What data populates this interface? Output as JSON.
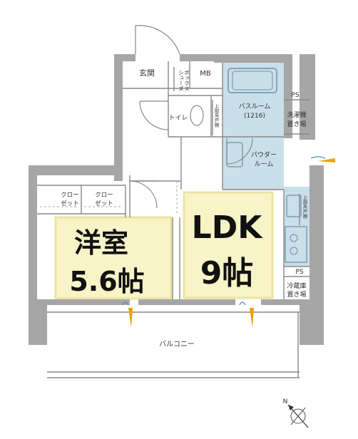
{
  "rooms": {
    "genkan": "玄関",
    "shoes_box_line1": "シューズ",
    "shoes_box_line2": "ボックス",
    "mb": "MB",
    "toilet": "トイレ",
    "upper_shelf": "上部吊戸棚",
    "bathroom": "バスルーム",
    "bathroom_size": "(1216)",
    "ps_top": "PS",
    "washer_line1": "洗濯機",
    "washer_line2": "置き場",
    "powder_line1": "パウダー",
    "powder_line2": "ルーム",
    "kitchen_shelf": "上部吊戸棚",
    "ps_kitchen": "PS",
    "fridge_line1": "冷蔵庫",
    "fridge_line2": "置き場",
    "closet1_line1": "クロー",
    "closet1_line2": "ゼット",
    "closet2_line1": "クロー",
    "closet2_line2": "ゼット",
    "western_name": "洋室",
    "western_size": "5.6帖",
    "ldk_name": "LDK",
    "ldk_size": "9帖",
    "balcony": "バルコニー"
  },
  "compass": {
    "north": "N"
  },
  "colors": {
    "wall": "#a6a6a6",
    "wet_area": "#c9dfe9",
    "room_highlight": "#f8f4c8",
    "highlight_border": "#ece3a0",
    "arrow": "#e8a300"
  }
}
